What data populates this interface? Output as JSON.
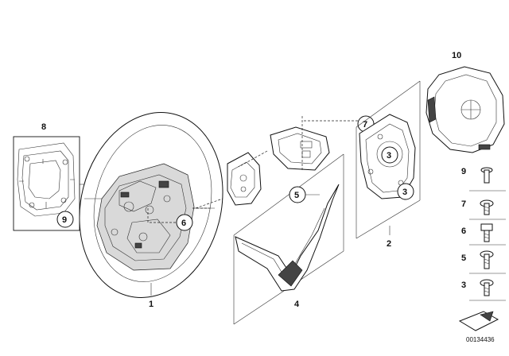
{
  "diagram": {
    "callouts": {
      "c8": "8",
      "c9_left": "9",
      "c1": "1",
      "c6": "6",
      "c5": "5",
      "c7": "7",
      "c3_top": "3",
      "c3_bottom": "3",
      "c4": "4",
      "c2": "2",
      "c10": "10"
    },
    "screw_list": [
      {
        "num": "9"
      },
      {
        "num": "7"
      },
      {
        "num": "6"
      },
      {
        "num": "5"
      },
      {
        "num": "3"
      }
    ],
    "reference_number": "00134436"
  }
}
